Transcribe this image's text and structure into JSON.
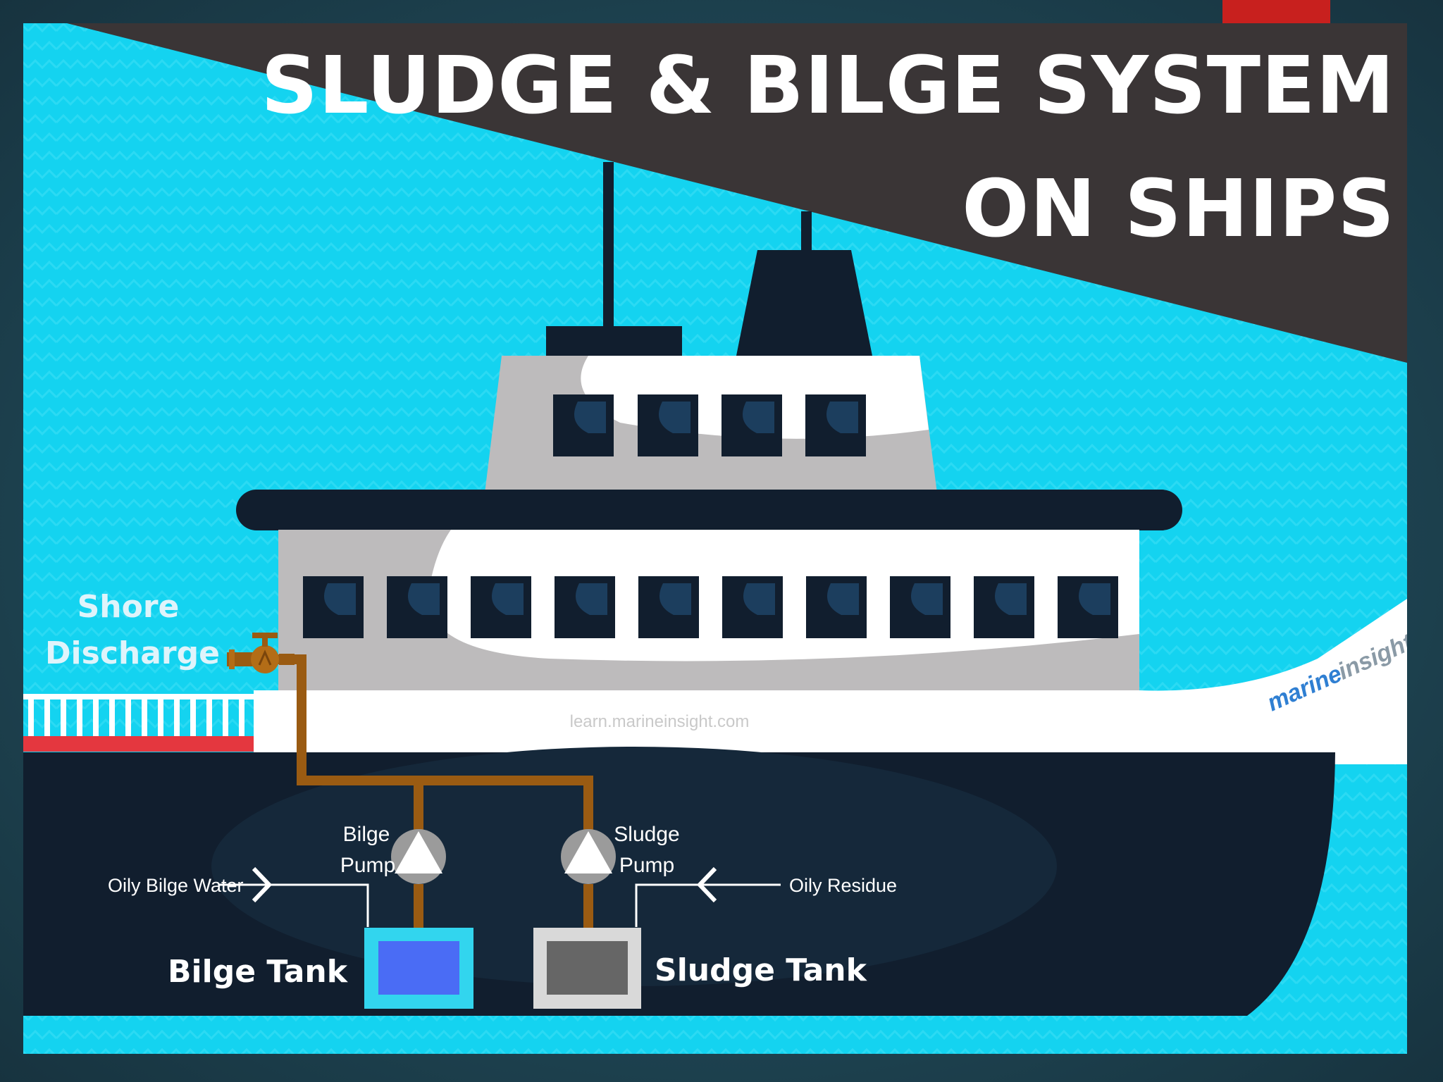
{
  "title": {
    "line1": "SLUDGE & BILGE SYSTEM",
    "line2": "ON SHIPS"
  },
  "labels": {
    "shore_line1": "Shore",
    "shore_line2": "Discharge",
    "bilge_pump_line1": "Bilge",
    "bilge_pump_line2": "Pump",
    "sludge_pump_line1": "Sludge",
    "sludge_pump_line2": "Pump",
    "oily_bilge_water": "Oily Bilge Water",
    "oily_residue": "Oily Residue",
    "bilge_tank": "Bilge Tank",
    "sludge_tank": "Sludge Tank"
  },
  "watermark": "learn.marineinsight.com",
  "brand": {
    "part1": "marine",
    "part2": "insight"
  },
  "colors": {
    "sea": "#14d3f0",
    "banner": "#3a3536",
    "hull": "#111e2e",
    "pipe": "#9a5b12",
    "bilge_tank_fill": "#4a6cf5",
    "bilge_tank_frame": "#32d5ee",
    "sludge_tank_fill": "#666666",
    "sludge_tank_frame": "#d9d9d9",
    "accent_red": "#c8201e"
  }
}
